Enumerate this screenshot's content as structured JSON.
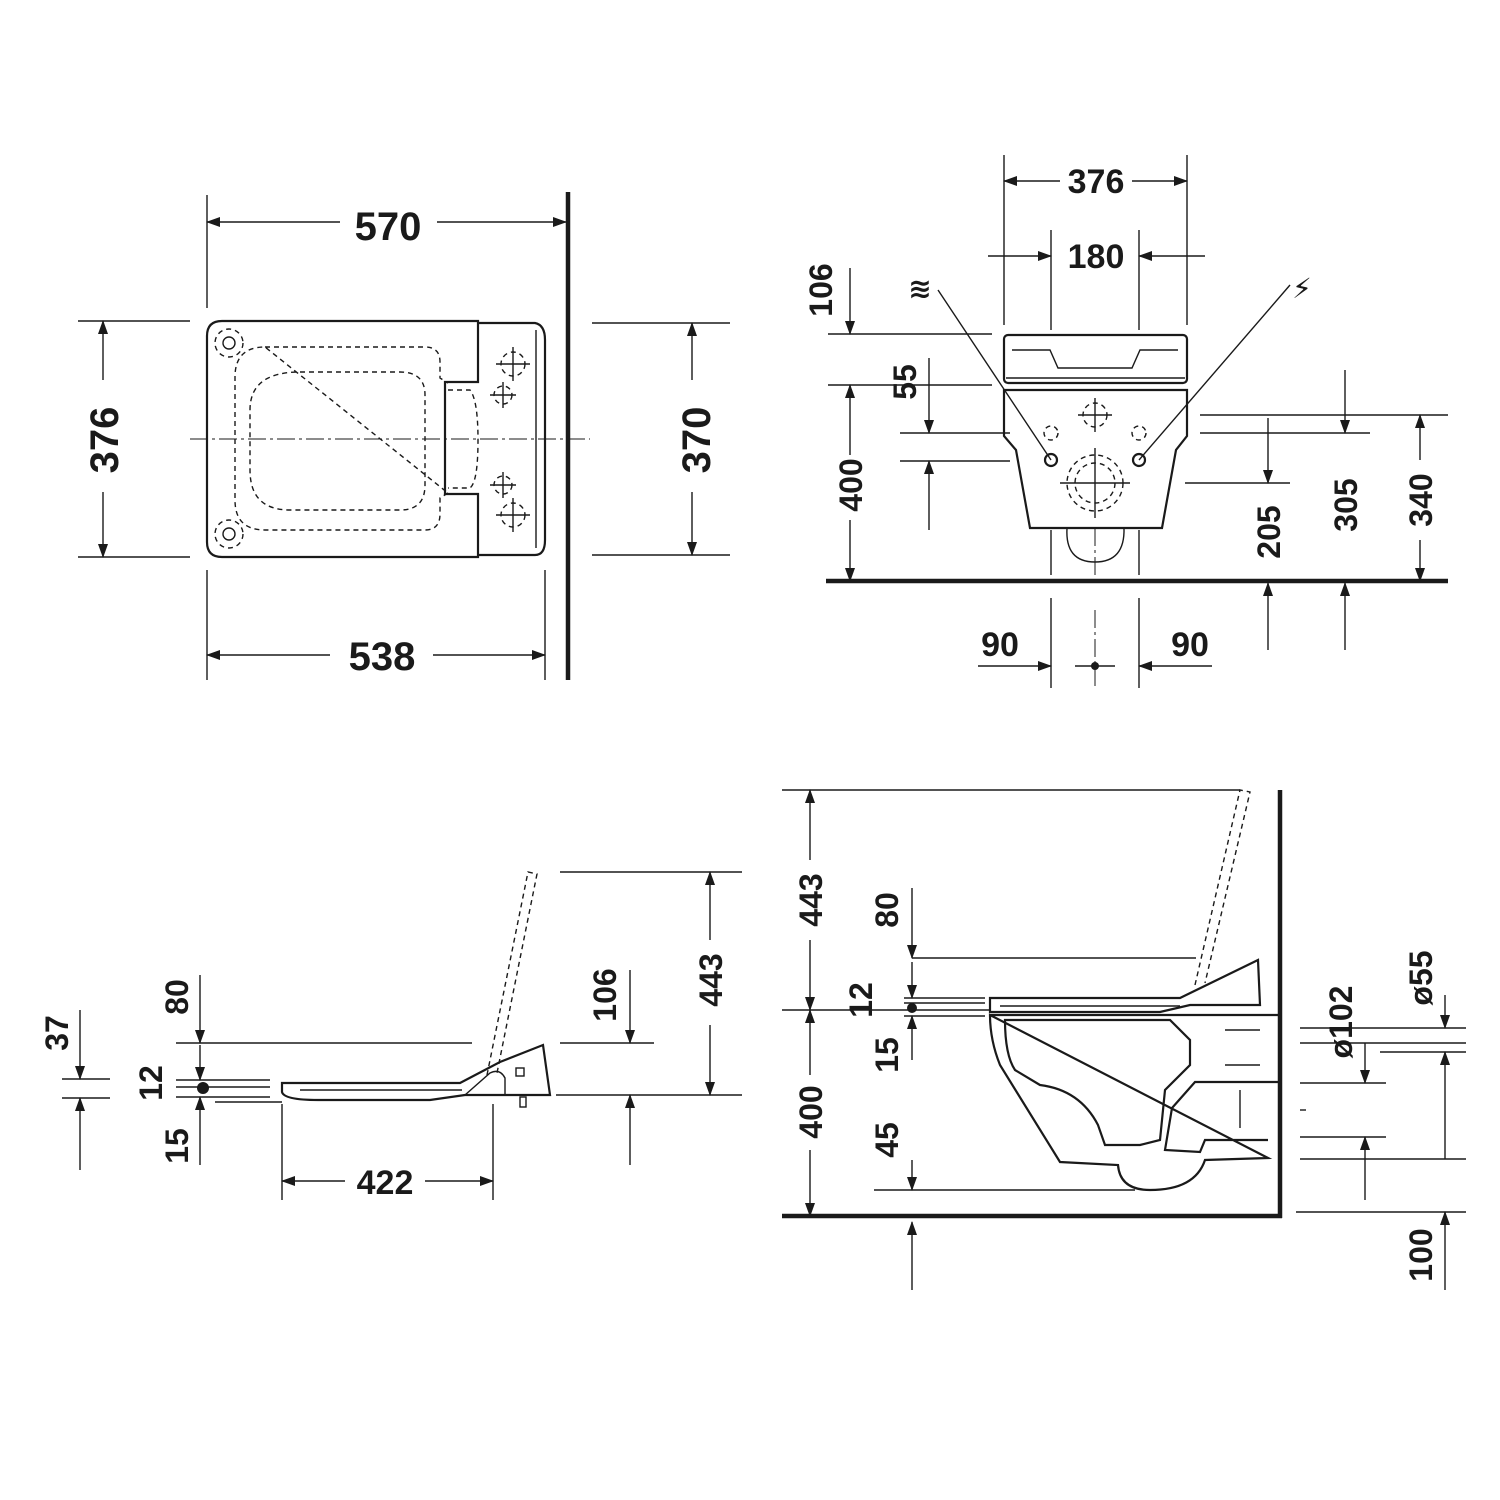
{
  "top_view": {
    "width_overall": "570",
    "width_bowl": "538",
    "depth_left": "376",
    "depth_right": "370"
  },
  "front_view": {
    "width_overall": "376",
    "fixing_distance": "180",
    "seat_height_offset": "106",
    "rim_offset": "55",
    "height_to_floor": "400",
    "connection_205": "205",
    "connection_305": "305",
    "connection_340": "340",
    "offset_left": "90",
    "offset_right": "90",
    "water_symbol": "≋",
    "electric_symbol": "⚡"
  },
  "seat_side_view": {
    "thickness_37": "37",
    "lid_80": "80",
    "seat_12": "12",
    "seat_15": "15",
    "hinge_106": "106",
    "open_height_443": "443",
    "length_422": "422"
  },
  "side_view": {
    "open_height_443": "443",
    "lid_80": "80",
    "seat_12": "12",
    "seat_15": "15",
    "rim_400": "400",
    "outlet_45": "45",
    "inlet_d55": "ø55",
    "outlet_d102": "ø102",
    "floor_100": "100"
  }
}
